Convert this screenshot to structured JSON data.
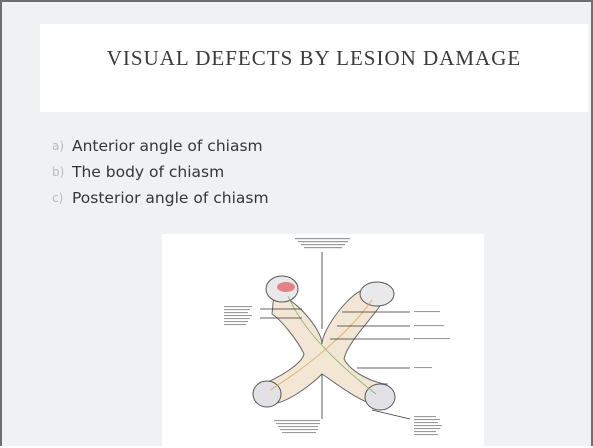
{
  "slide": {
    "title": "VISUAL DEFECTS BY LESION DAMAGE",
    "items": [
      {
        "marker": "a)",
        "text": "Anterior angle of chiasm"
      },
      {
        "marker": "b)",
        "text": "The body of chiasm"
      },
      {
        "marker": "c)",
        "text": "Posterior angle of chiasm"
      }
    ]
  },
  "figure": {
    "icon": "optic-chiasm-diagram",
    "colors": {
      "nerve": "#f3e6d4",
      "lesion": "#e07070",
      "outline": "#555555"
    }
  }
}
